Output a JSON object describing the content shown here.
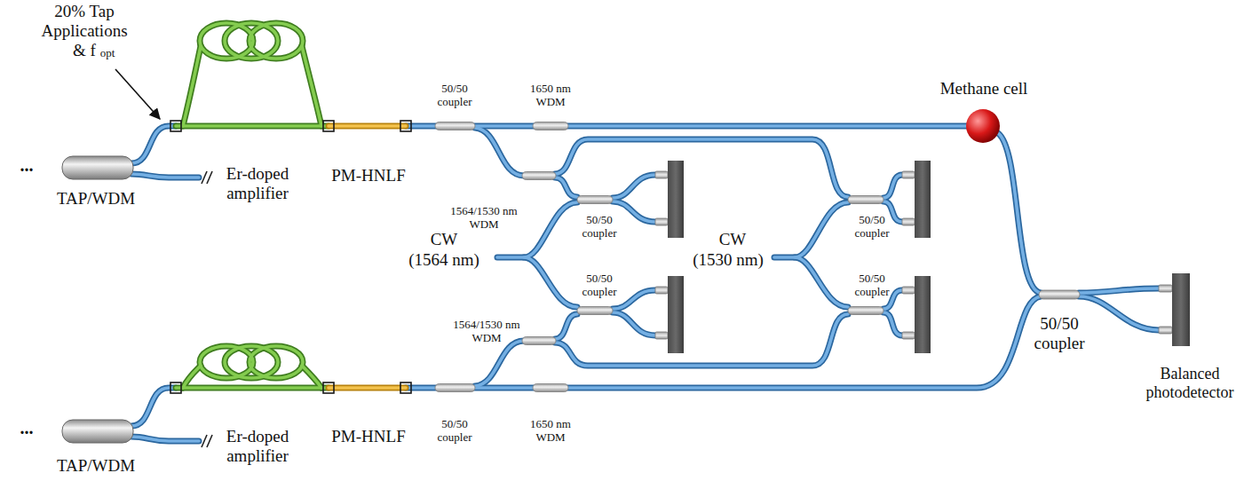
{
  "diagram": {
    "labels": [
      "20% Tap Applications & f",
      "opt",
      "...",
      "TAP/WDM",
      "Er-doped amplifier",
      "PM-HNLF",
      "50/50 coupler",
      "1650 nm WDM",
      "Methane cell",
      "1564/1530 nm WDM",
      "50/50 coupler",
      "CW",
      "(1564 nm)",
      "CW",
      "(1530 nm)",
      "50/50 coupler",
      "50/50 coupler",
      "50/50 coupler",
      "1564/1530 nm WDM",
      "50/50 coupler",
      "Balanced photodetector",
      "...",
      "TAP/WDM",
      "Er-doped amplifier",
      "PM-HNLF",
      "50/50 coupler",
      "1650 nm WDM"
    ]
  }
}
